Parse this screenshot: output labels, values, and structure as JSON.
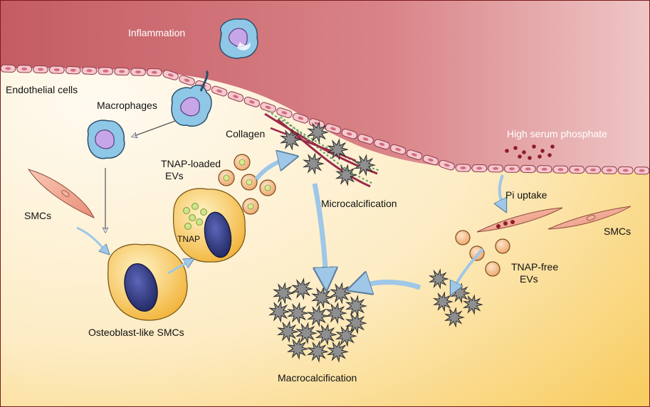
{
  "labels": {
    "inflammation": "Inflammation",
    "endothelial_cells": "Endothelial cells",
    "macrophages": "Macrophages",
    "collagen": "Collagen",
    "high_serum_phosphate": "High serum phosphate",
    "tnap_loaded_evs_line1": "TNAP-loaded",
    "tnap_loaded_evs_line2": "EVs",
    "smcs_left": "SMCs",
    "tnap": "TNAP",
    "microcalcification": "Microcalcification",
    "pi_uptake": "Pi uptake",
    "smcs_right": "SMCs",
    "tnap_free_evs_line1": "TNAP-free",
    "tnap_free_evs_line2": "EVs",
    "osteoblast_like_smcs": "Osteoblast-like SMCs",
    "macrocalcification": "Macrocalcification"
  },
  "colors": {
    "lumen": "#c8636a",
    "lumen_light": "#ebbcbc",
    "tissue": "#fdf3dc",
    "tissue_dark": "#f8cf6b",
    "endothelium": "#f5c6cc",
    "arrow": "#9ec7e8",
    "crystal": "#8a8a8a"
  }
}
